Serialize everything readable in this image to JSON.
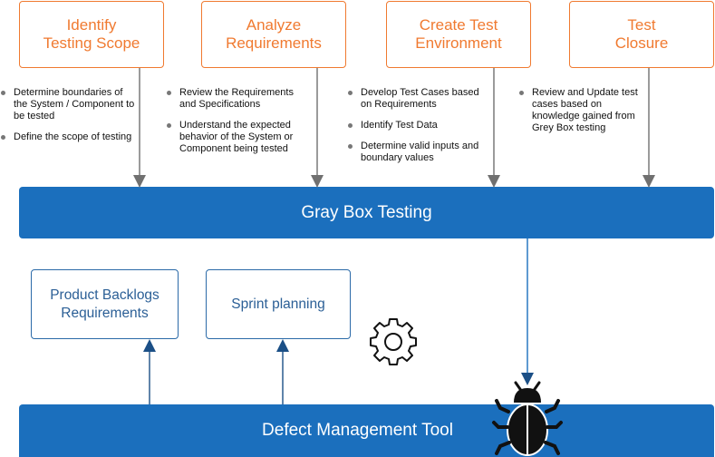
{
  "steps": [
    {
      "title": "Identify\nTesting Scope",
      "bullets": [
        "Determine boundaries of the System / Component to be tested",
        "Define the scope of testing"
      ]
    },
    {
      "title": "Analyze\nRequirements",
      "bullets": [
        "Review the Requirements and Specifications",
        "Understand the expected behavior of the System or Component being tested"
      ]
    },
    {
      "title": "Create Test\nEnvironment",
      "bullets": [
        "Develop Test Cases based on Requirements",
        "Identify Test Data",
        "Determine valid inputs and boundary values"
      ]
    },
    {
      "title": "Test\nClosure",
      "bullets": [
        "Review and Update test cases based on knowledge gained from Grey Box testing"
      ]
    }
  ],
  "gray_box_label": "Gray Box Testing",
  "product_backlogs_label": "Product Backlogs\nRequirements",
  "sprint_planning_label": "Sprint planning",
  "defect_tool_label": "Defect Management Tool",
  "icons": {
    "gear": "gear-icon",
    "bug": "bug-icon"
  },
  "colors": {
    "orange": "#f07a30",
    "blue": "#1b6fbd",
    "navy": "#2b5f96"
  }
}
